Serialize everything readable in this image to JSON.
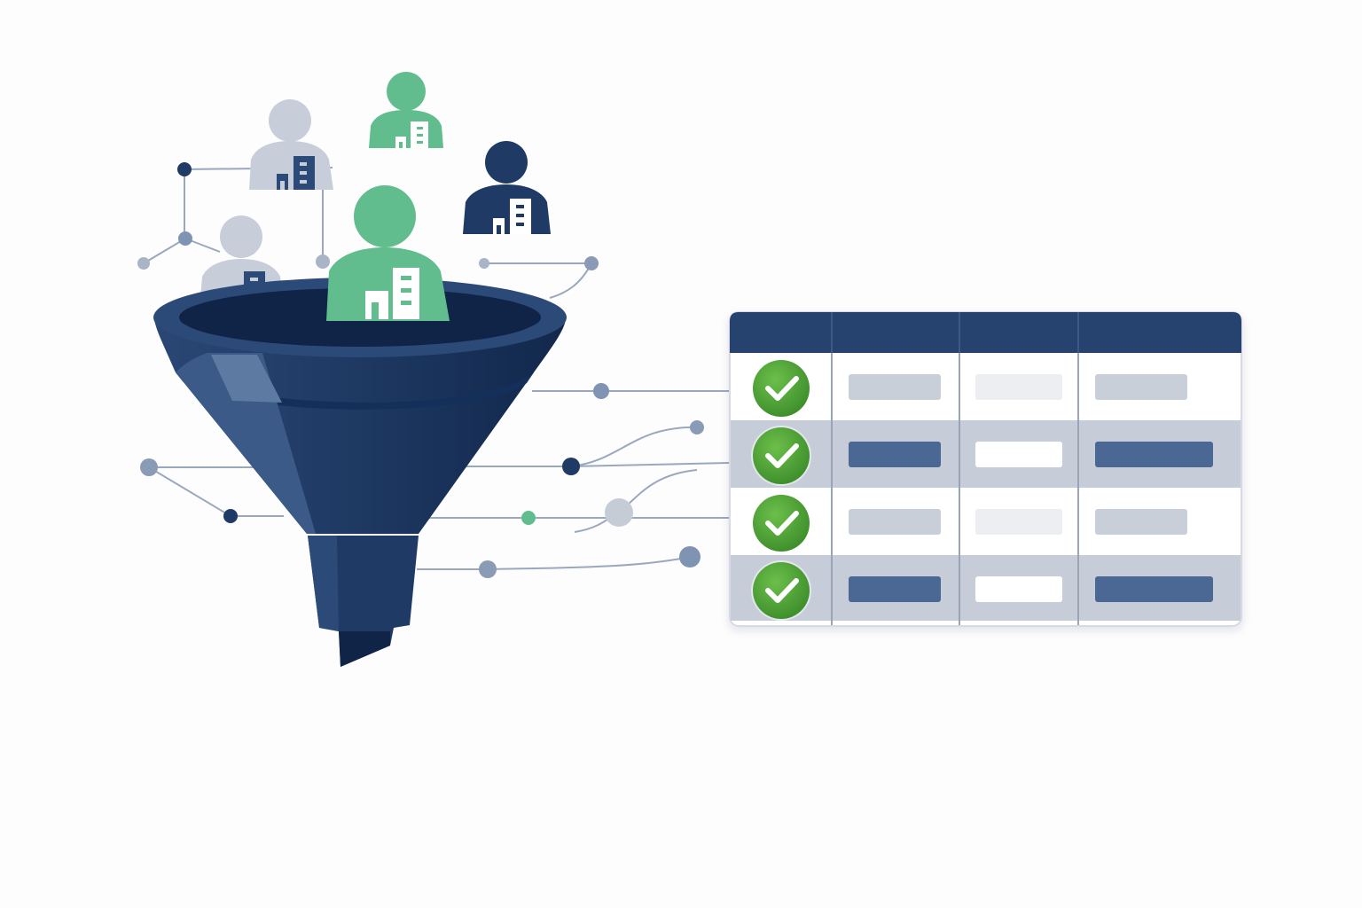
{
  "colors": {
    "background": "#fdfdfd",
    "navy": "#1f3a64",
    "navy_dark": "#0f2447",
    "funnel_body": "#2c4a78",
    "funnel_highlight": "#5d7aa3",
    "green_person": "#62bd8e",
    "gray_person": "#c8ced9",
    "check_green": "#4a9e35",
    "table_header": "#27436e",
    "row_light": "#ffffff",
    "row_shaded": "#c7cdd8",
    "bar_gray": "#c9cfd9",
    "bar_blue": "#4b6894",
    "bar_white": "#ffffff",
    "bar_faint": "#eceef1",
    "connector_line": "#8a9bb5",
    "node_navy": "#1f3a64",
    "node_slate": "#7f93b3",
    "node_green": "#62bd8e"
  },
  "people": [
    {
      "name": "person-gray-back",
      "color": "gray",
      "icon": "person-building-icon"
    },
    {
      "name": "person-green-top",
      "color": "green",
      "icon": "person-building-icon"
    },
    {
      "name": "person-navy-right",
      "color": "navy",
      "icon": "person-building-icon"
    },
    {
      "name": "person-gray-front",
      "color": "gray",
      "icon": "person-building-icon"
    },
    {
      "name": "person-green-front",
      "color": "green",
      "icon": "person-building-icon"
    }
  ],
  "funnel": {
    "icon": "funnel-icon"
  },
  "table": {
    "columns": 4,
    "rows": [
      {
        "status": "checked",
        "shade": "light"
      },
      {
        "status": "checked",
        "shade": "shaded"
      },
      {
        "status": "checked",
        "shade": "light"
      },
      {
        "status": "checked",
        "shade": "shaded"
      }
    ]
  }
}
